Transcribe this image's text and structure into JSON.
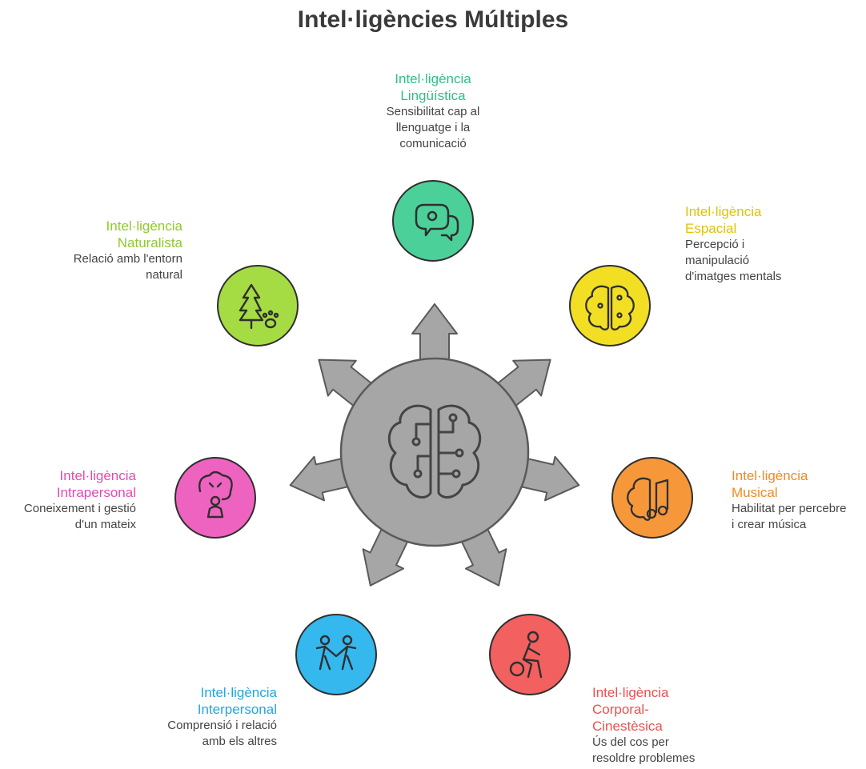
{
  "title": "Intel·ligències Múltiples",
  "hub": {
    "icon": "brain-circuit-icon",
    "color": "#a6a6a6"
  },
  "intelligences": [
    {
      "key": "linguistica",
      "title_lines": [
        "Intel·ligència",
        "Lingüística"
      ],
      "desc_lines": [
        "Sensibilitat cap al",
        "llenguatge i la",
        "comunicació"
      ],
      "color": "#4cd09a",
      "label_color": "#2fbf83",
      "icon": "speech-bubbles-icon"
    },
    {
      "key": "espacial",
      "title_lines": [
        "Intel·ligència",
        "Espacial"
      ],
      "desc_lines": [
        "Percepció i",
        "manipulació",
        "d'imatges mentals"
      ],
      "color": "#f2df23",
      "label_color": "#e0c400",
      "icon": "brain-circuit-icon"
    },
    {
      "key": "musical",
      "title_lines": [
        "Intel·ligència",
        "Musical"
      ],
      "desc_lines": [
        "Habilitat per percebre",
        "i crear música"
      ],
      "color": "#f6983a",
      "label_color": "#f08a24",
      "icon": "brain-music-icon"
    },
    {
      "key": "corporal",
      "title_lines": [
        "Intel·ligència",
        "Corporal-",
        "Cinestèsica"
      ],
      "desc_lines": [
        "Ús del cos per",
        "resoldre problemes"
      ],
      "color": "#f2605f",
      "label_color": "#ee4f4f",
      "icon": "person-ball-icon"
    },
    {
      "key": "interpersonal",
      "title_lines": [
        "Intel·ligència",
        "Interpersonal"
      ],
      "desc_lines": [
        "Comprensió i relació",
        "amb els altres"
      ],
      "color": "#34b8ee",
      "label_color": "#1fa8e0",
      "icon": "people-holding-hands-icon"
    },
    {
      "key": "intrapersonal",
      "title_lines": [
        "Intel·ligència",
        "Intrapersonal"
      ],
      "desc_lines": [
        "Coneixement i gestió",
        "d'un mateix"
      ],
      "color": "#ee63c0",
      "label_color": "#e24bb3",
      "icon": "meditating-person-icon"
    },
    {
      "key": "naturalista",
      "title_lines": [
        "Intel·ligència",
        "Naturalista"
      ],
      "desc_lines": [
        "Relació amb l'entorn",
        "natural"
      ],
      "color": "#a6dc43",
      "label_color": "#8fc92b",
      "icon": "tree-paw-icon"
    }
  ]
}
